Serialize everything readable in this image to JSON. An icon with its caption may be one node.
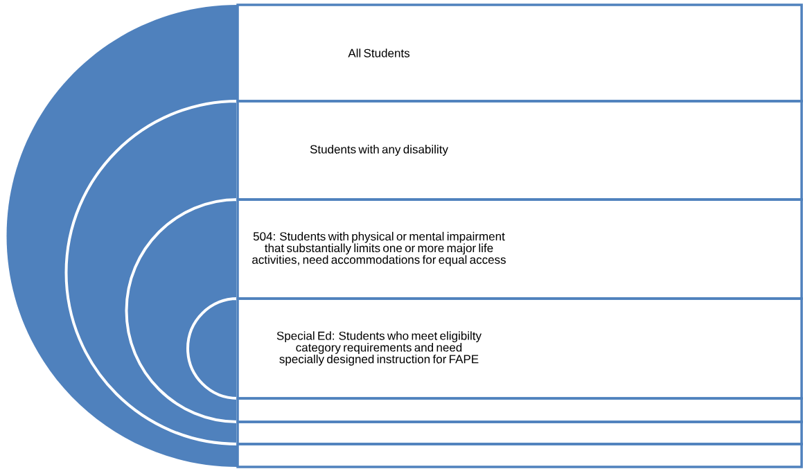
{
  "diagram": {
    "nodes": [
      {
        "text": [
          "All Students"
        ]
      },
      {
        "text": [
          "Students with any disability"
        ]
      },
      {
        "text": [
          "504: Students with physical or mental impairment that substantially limits one or more major life activities, need accommodations for equal access"
        ]
      },
      {
        "text": [
          "Special Ed: Students who meet eligibilty category requirements and need specially designed instruction for FAPE"
        ]
      },
      {
        "text": [],
        "shape": "box"
      },
      {
        "text": [],
        "shape": "box"
      },
      {
        "text": [],
        "shape": "box"
      }
    ]
  }
}
